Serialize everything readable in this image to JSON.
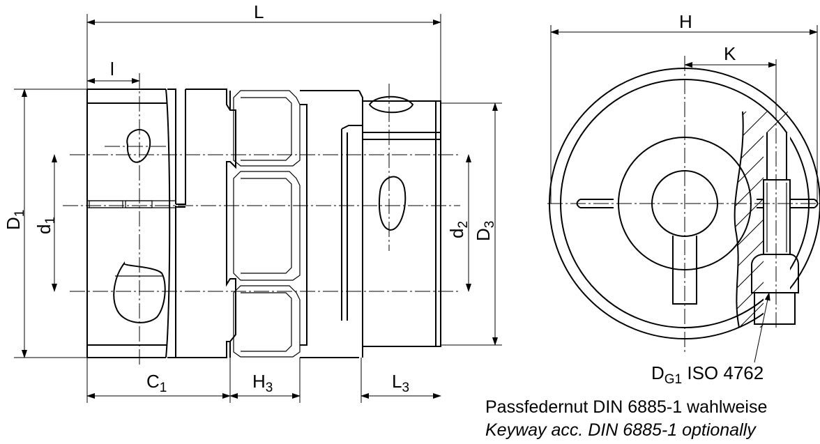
{
  "labels": {
    "L": "L",
    "l": "l",
    "D1": "D",
    "D1_sub": "1",
    "d1": "d",
    "d1_sub": "1",
    "d2": "d",
    "d2_sub": "2",
    "D3": "D",
    "D3_sub": "3",
    "C1": "C",
    "C1_sub": "1",
    "H3": "H",
    "H3_sub": "3",
    "L3": "L",
    "L3_sub": "3",
    "H": "H",
    "K": "K",
    "DG1": "D",
    "DG1_sub": "G1",
    "DG1_std": " ISO 4762"
  },
  "notes": {
    "keyway_de": "Passfedernut DIN 6885-1 wahlweise",
    "keyway_en": "Keyway acc. DIN 6885-1 optionally"
  }
}
